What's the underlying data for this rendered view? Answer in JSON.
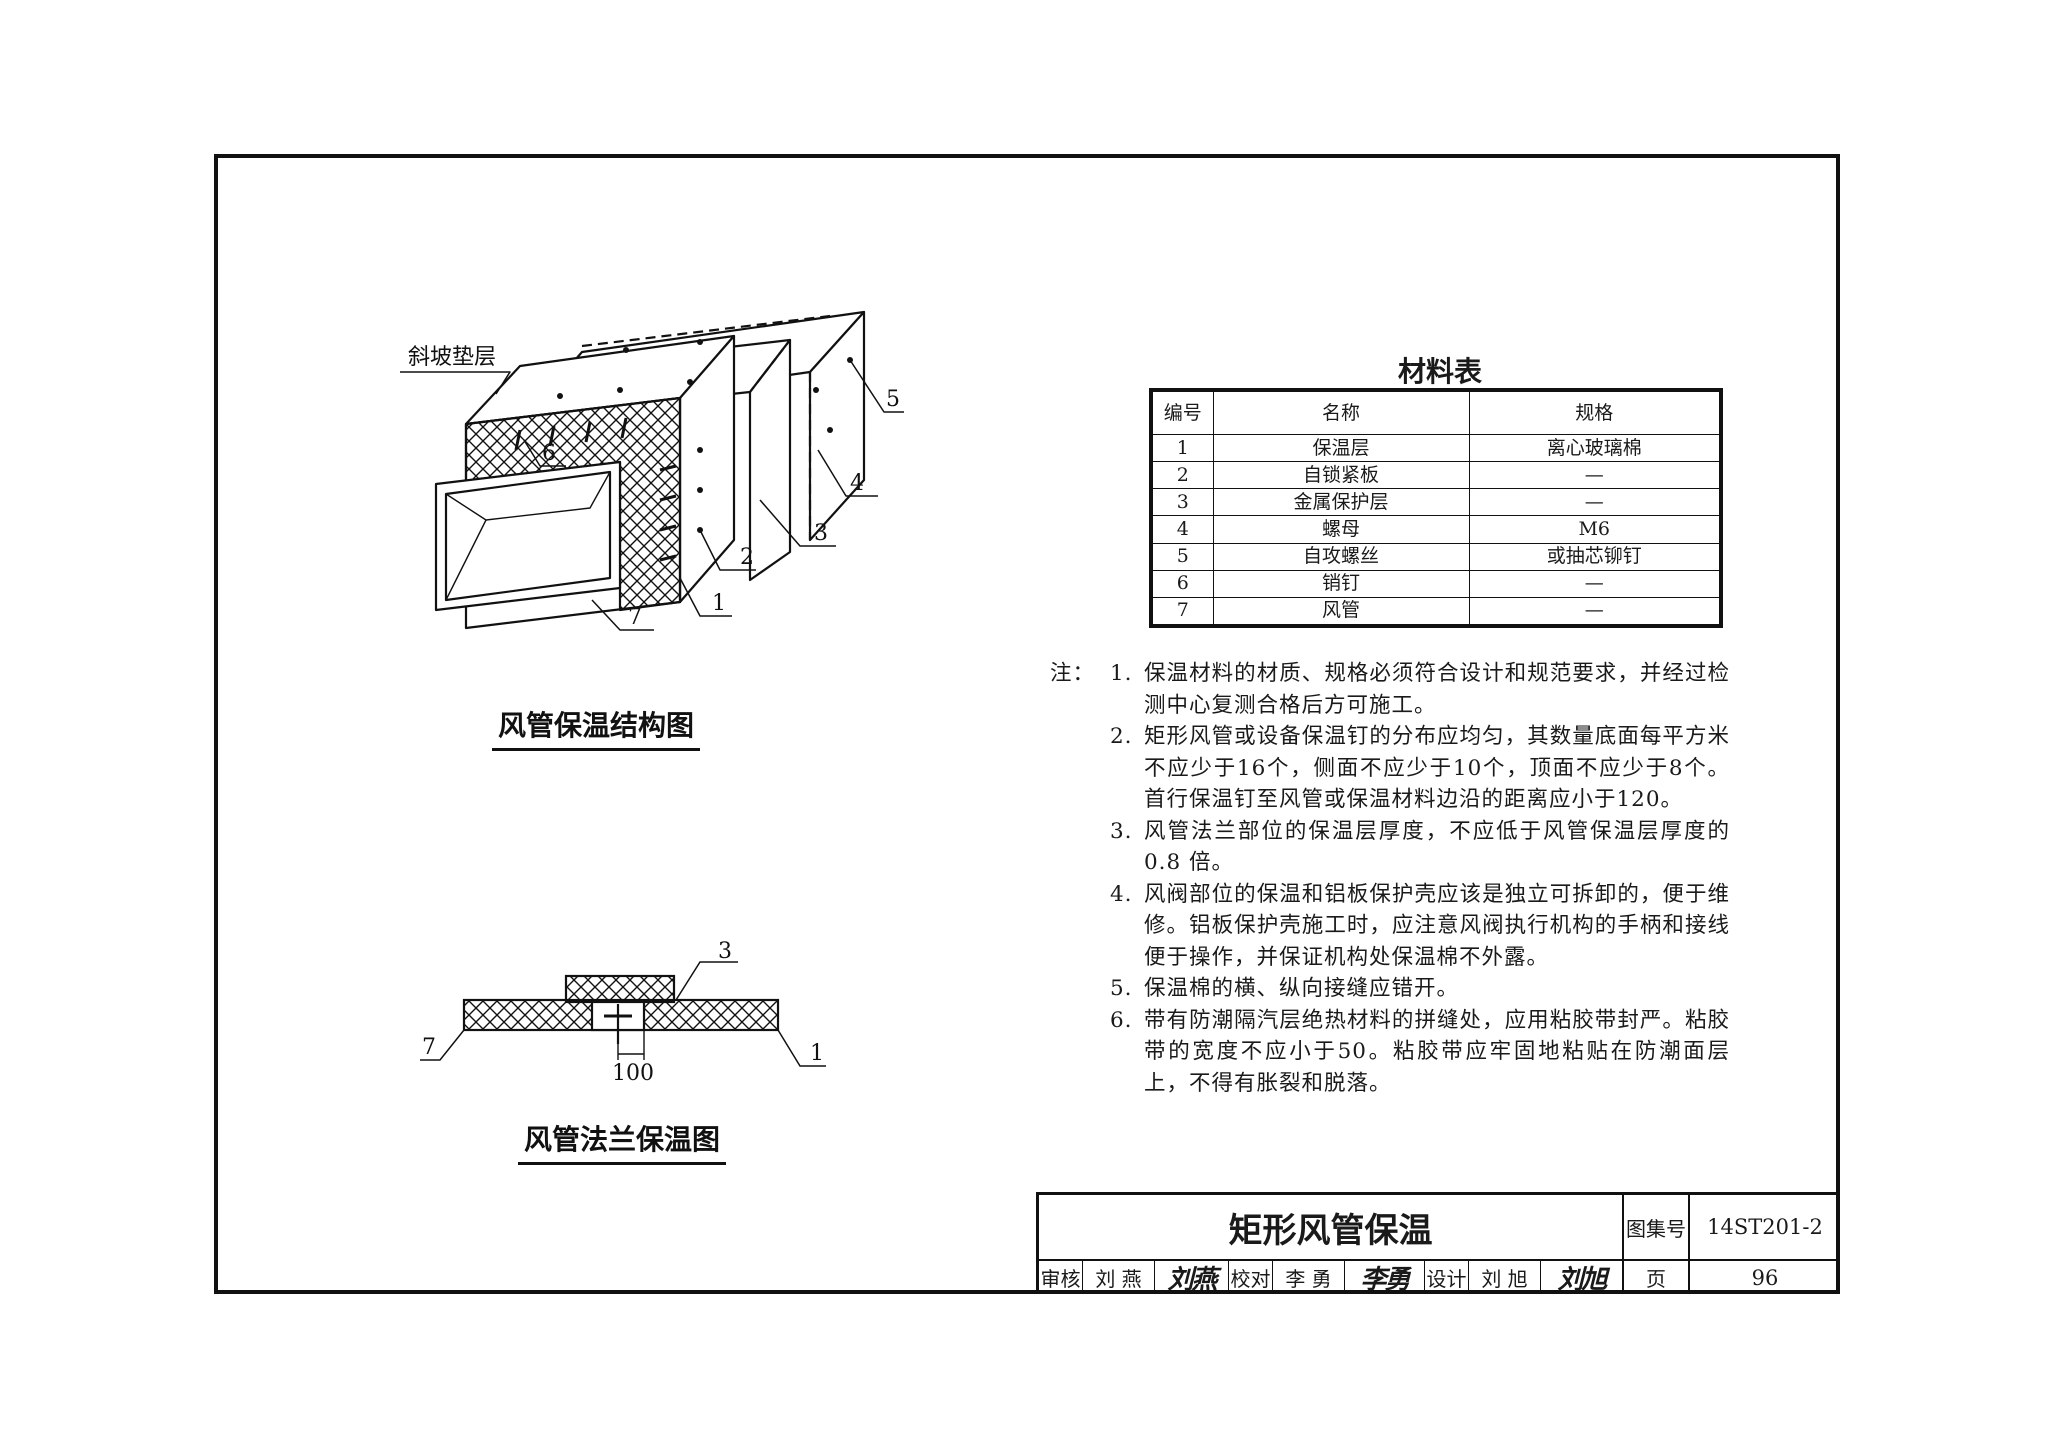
{
  "structure_figure": {
    "title": "风管保温结构图",
    "slope_label": "斜坡垫层",
    "callouts": [
      "1",
      "2",
      "3",
      "4",
      "5",
      "6",
      "7"
    ]
  },
  "flange_figure": {
    "title": "风管法兰保温图",
    "dimension": "100",
    "callouts": [
      "3",
      "7",
      "1"
    ]
  },
  "material_table": {
    "title": "材料表",
    "headers": [
      "编号",
      "名称",
      "规格"
    ],
    "rows": [
      [
        "1",
        "保温层",
        "离心玻璃棉"
      ],
      [
        "2",
        "自锁紧板",
        "—"
      ],
      [
        "3",
        "金属保护层",
        "—"
      ],
      [
        "4",
        "螺母",
        "M6"
      ],
      [
        "5",
        "自攻螺丝",
        "或抽芯铆钉"
      ],
      [
        "6",
        "销钉",
        "—"
      ],
      [
        "7",
        "风管",
        "—"
      ]
    ]
  },
  "notes": {
    "head": "注：",
    "items": [
      {
        "num": "1.",
        "text": "保温材料的材质、规格必须符合设计和规范要求，并经过检测中心复测合格后方可施工。"
      },
      {
        "num": "2.",
        "text": "矩形风管或设备保温钉的分布应均匀，其数量底面每平方米不应少于16个，侧面不应少于10个，顶面不应少于8个。首行保温钉至风管或保温材料边沿的距离应小于120。"
      },
      {
        "num": "3.",
        "text": "风管法兰部位的保温层厚度，不应低于风管保温层厚度的0.8 倍。"
      },
      {
        "num": "4.",
        "text": "风阀部位的保温和铝板保护壳应该是独立可拆卸的，便于维修。铝板保护壳施工时，应注意风阀执行机构的手柄和接线便于操作，并保证机构处保温棉不外露。"
      },
      {
        "num": "5.",
        "text": "保温棉的横、纵向接缝应错开。"
      },
      {
        "num": "6.",
        "text": "带有防潮隔汽层绝热材料的拼缝处，应用粘胶带封严。粘胶带的宽度不应小于50。粘胶带应牢固地粘贴在防潮面层上，不得有胀裂和脱落。"
      }
    ]
  },
  "title_block": {
    "title": "矩形风管保温",
    "atlas_label": "图集号",
    "atlas_no": "14ST201-2",
    "page_label": "页",
    "page_no": "96",
    "review_label": "审核",
    "review_name": "刘 燕",
    "review_sign": "刘燕",
    "check_label": "校对",
    "check_name": "李 勇",
    "check_sign": "李勇",
    "design_label": "设计",
    "design_name": "刘 旭",
    "design_sign": "刘旭"
  }
}
